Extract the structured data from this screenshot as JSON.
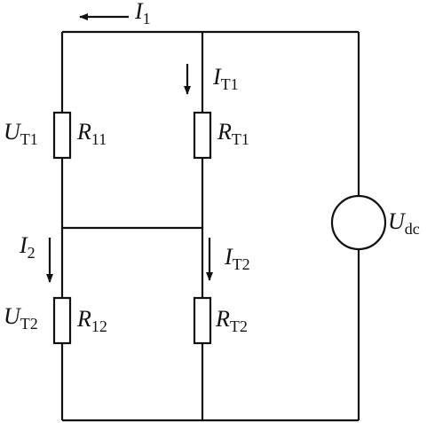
{
  "circuit": {
    "labels": {
      "I1": {
        "main": "I",
        "sub": "1"
      },
      "IT1": {
        "main": "I",
        "sub": "T1"
      },
      "UT1": {
        "main": "U",
        "sub": "T1"
      },
      "R11": {
        "main": "R",
        "sub": "11"
      },
      "RT1": {
        "main": "R",
        "sub": "T1"
      },
      "Udc": {
        "main": "U",
        "sub": "dc"
      },
      "I2": {
        "main": "I",
        "sub": "2"
      },
      "IT2": {
        "main": "I",
        "sub": "T2"
      },
      "UT2": {
        "main": "U",
        "sub": "T2"
      },
      "R12": {
        "main": "R",
        "sub": "12"
      },
      "RT2": {
        "main": "R",
        "sub": "T2"
      }
    }
  }
}
